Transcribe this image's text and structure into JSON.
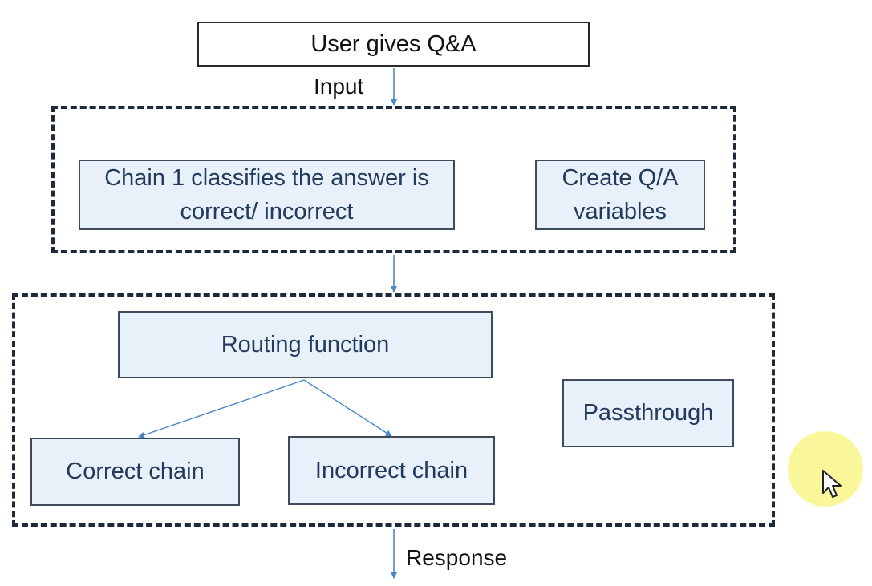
{
  "diagram": {
    "nodes": {
      "user_input": "User gives Q&A",
      "chain1": "Chain 1 classifies the answer is correct/ incorrect",
      "create_qa": "Create Q/A variables",
      "routing": "Routing function",
      "correct_chain": "Correct chain",
      "incorrect_chain": "Incorrect chain",
      "passthrough": "Passthrough"
    },
    "edge_labels": {
      "input": "Input",
      "response": "Response"
    },
    "edges": [
      {
        "from": "user_input",
        "to": "group_1",
        "label": "Input"
      },
      {
        "from": "group_1",
        "to": "group_2"
      },
      {
        "from": "routing",
        "to": "correct_chain"
      },
      {
        "from": "routing",
        "to": "incorrect_chain"
      },
      {
        "from": "group_2",
        "to": "output",
        "label": "Response"
      }
    ],
    "groups": [
      {
        "id": "group_1",
        "members": [
          "chain1",
          "create_qa"
        ]
      },
      {
        "id": "group_2",
        "members": [
          "routing",
          "correct_chain",
          "incorrect_chain",
          "passthrough"
        ]
      }
    ],
    "colors": {
      "node_fill": "#e8f0fa",
      "node_text": "#233a5c",
      "arrow": "#4a86c8",
      "group_border": "#1e2a3b",
      "cursor_highlight": "#f9f68a"
    }
  },
  "cursor": {
    "icon": "mouse-pointer-icon",
    "highlight": true
  }
}
